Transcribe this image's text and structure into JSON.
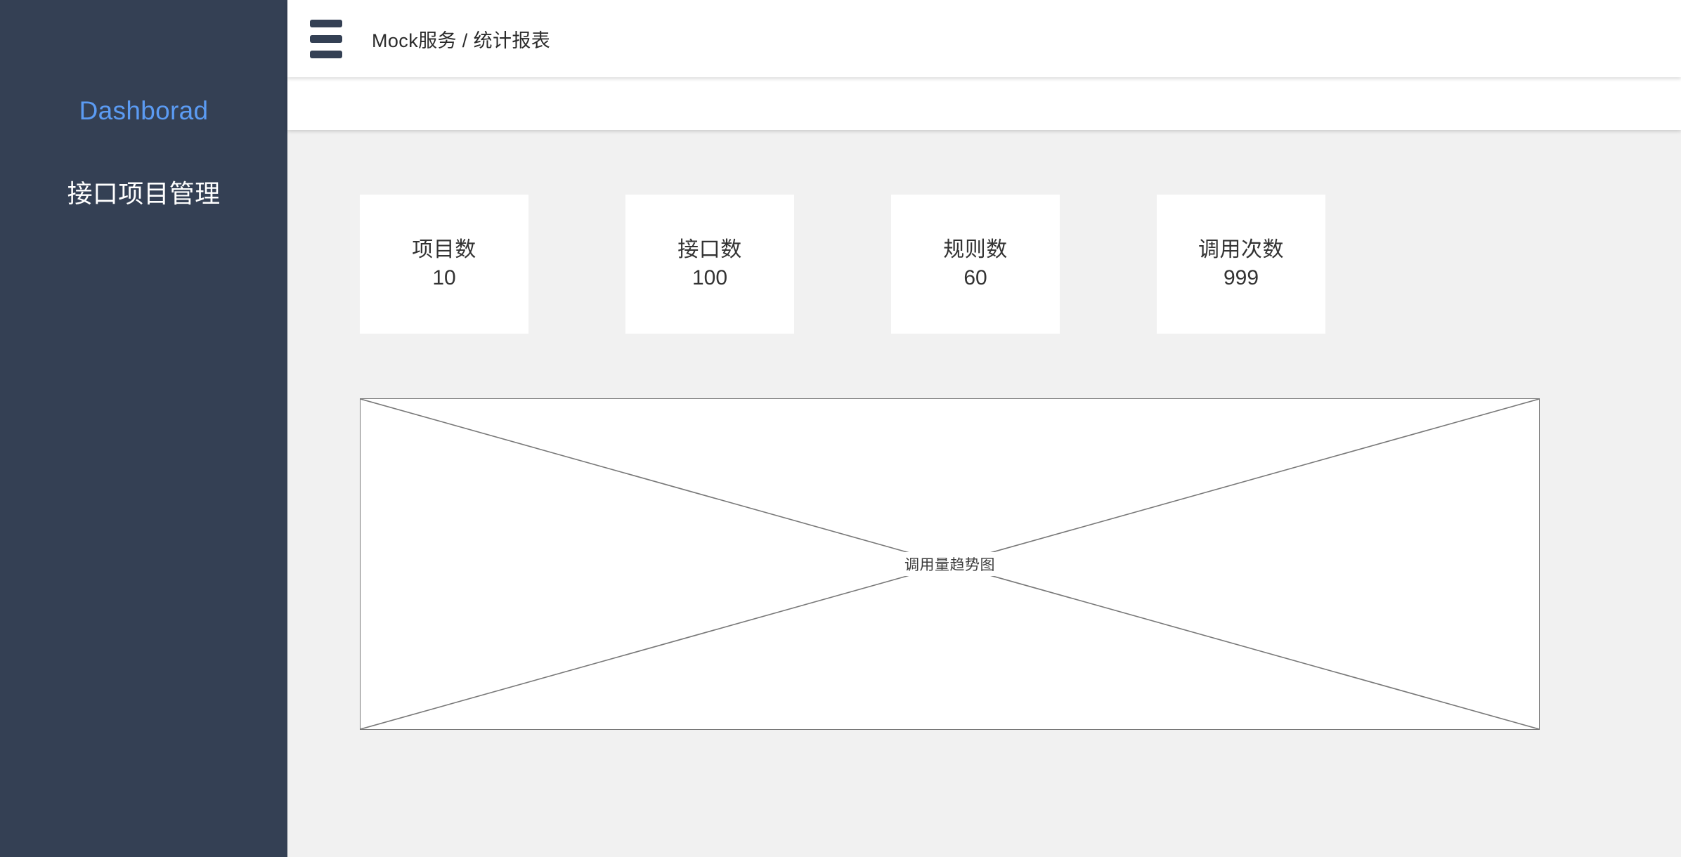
{
  "theme": {
    "sidebar_bg": "#344054",
    "accent_blue": "#5b9bf3",
    "content_bg": "#f1f1f1",
    "card_bg": "#ffffff",
    "placeholder_border": "#787878"
  },
  "sidebar": {
    "items": [
      {
        "label": "Dashborad",
        "active": true
      },
      {
        "label": "接口项目管理",
        "active": false
      }
    ]
  },
  "header": {
    "menu_icon": "hamburger-icon",
    "breadcrumb": "Mock服务 / 统计报表"
  },
  "main": {
    "stats": [
      {
        "label": "项目数",
        "value": "10"
      },
      {
        "label": "接口数",
        "value": "100"
      },
      {
        "label": "规则数",
        "value": "60"
      },
      {
        "label": "调用次数",
        "value": "999"
      }
    ],
    "chart_placeholder": {
      "label": "调用量趋势图"
    }
  },
  "chart_data": {
    "type": "line",
    "title": "调用量趋势图",
    "placeholder": true,
    "categories": [],
    "values": [],
    "xlabel": "",
    "ylabel": "",
    "note": "wireframe placeholder — crossed-diagonal box, no plotted data rendered"
  }
}
